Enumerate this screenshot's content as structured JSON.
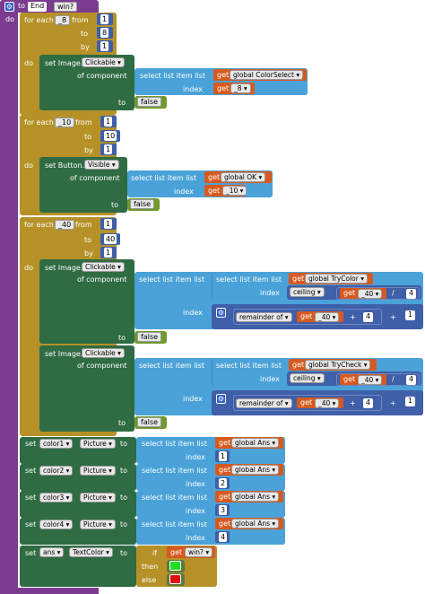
{
  "proc": {
    "to": "to",
    "name": "End",
    "param": "win?",
    "do": "do"
  },
  "loop1": {
    "header": "for each",
    "var": "_8",
    "from": "from",
    "from_val": "1",
    "to": "to",
    "to_val": "8",
    "by": "by",
    "by_val": "1",
    "do": "do",
    "set": "set Image.",
    "prop": "Clickable",
    "of_comp": "of component",
    "select": "select list item  list",
    "list_var": "global ColorSelect",
    "index": "index",
    "get": "get",
    "idx_var": "_8",
    "to_lbl": "to",
    "value": "false"
  },
  "loop2": {
    "header": "for each",
    "var": "_10",
    "from": "from",
    "from_val": "1",
    "to": "to",
    "to_val": "10",
    "by": "by",
    "by_val": "1",
    "do": "do",
    "set": "set Button.",
    "prop": "Visible",
    "of_comp": "of component",
    "select": "select list item  list",
    "list_var": "global OK",
    "index": "index",
    "get": "get",
    "idx_var": "_10",
    "to_lbl": "to",
    "value": "false"
  },
  "loop3": {
    "header": "for each",
    "var": "_40",
    "from": "from",
    "from_val": "1",
    "to": "to",
    "to_val": "40",
    "by": "by",
    "by_val": "1",
    "do": "do",
    "blocks": [
      {
        "set": "set Image.",
        "prop": "Clickable",
        "of_comp": "of component",
        "select": "select list item  list",
        "inner_select": "select list item  list",
        "list_var": "global TryColor",
        "index": "index",
        "ceiling": "ceiling",
        "get": "get",
        "idx_var": "_40",
        "div": "/",
        "div_val": "4",
        "remainder": "remainder of",
        "mod_val": "4",
        "plus": "+",
        "plus_val": "1",
        "to_lbl": "to",
        "value": "false"
      },
      {
        "set": "set Image.",
        "prop": "Clickable",
        "of_comp": "of component",
        "select": "select list item  list",
        "inner_select": "select list item  list",
        "list_var": "global TryCheck",
        "index": "index",
        "ceiling": "ceiling",
        "get": "get",
        "idx_var": "_40",
        "div": "/",
        "div_val": "4",
        "remainder": "remainder of",
        "mod_val": "4",
        "plus": "+",
        "plus_val": "1",
        "to_lbl": "to",
        "value": "false"
      }
    ]
  },
  "sets": [
    {
      "set": "set",
      "comp": "color1",
      "prop": "Picture",
      "to": "to",
      "select": "select list item  list",
      "get": "get",
      "list_var": "global Ans",
      "index": "index",
      "idx": "1"
    },
    {
      "set": "set",
      "comp": "color2",
      "prop": "Picture",
      "to": "to",
      "select": "select list item  list",
      "get": "get",
      "list_var": "global Ans",
      "index": "index",
      "idx": "2"
    },
    {
      "set": "set",
      "comp": "color3",
      "prop": "Picture",
      "to": "to",
      "select": "select list item  list",
      "get": "get",
      "list_var": "global Ans",
      "index": "index",
      "idx": "3"
    },
    {
      "set": "set",
      "comp": "color4",
      "prop": "Picture",
      "to": "to",
      "select": "select list item  list",
      "get": "get",
      "list_var": "global Ans",
      "index": "index",
      "idx": "4"
    }
  ],
  "final": {
    "set": "set",
    "comp": "ans",
    "prop": "TextColor",
    "to": "to",
    "if": "if",
    "get": "get",
    "var": "win?",
    "then": "then",
    "else": "else",
    "then_color": "#22dd22",
    "else_color": "#dd1111"
  },
  "colors": {
    "procedure": "#7b3b8f",
    "control": "#b59127",
    "setter": "#2f6b43",
    "list": "#4aa2d8",
    "math": "#3f5fa8",
    "variable": "#d65a1f",
    "logic": "#6f9a2c"
  }
}
